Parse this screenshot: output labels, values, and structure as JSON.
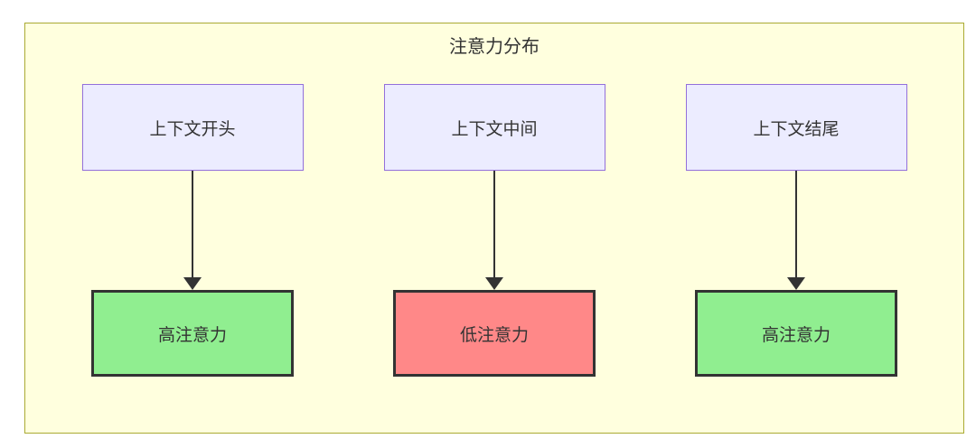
{
  "diagram": {
    "title": "注意力分布",
    "columns": [
      {
        "source": "上下文开头",
        "target": "高注意力",
        "target_type": "high"
      },
      {
        "source": "上下文中间",
        "target": "低注意力",
        "target_type": "low"
      },
      {
        "source": "上下文结尾",
        "target": "高注意力",
        "target_type": "high"
      }
    ],
    "colors": {
      "container_fill": "#ffffde",
      "container_border": "#aaaa33",
      "source_fill": "#ececff",
      "source_border": "#9370db",
      "high_attention_fill": "#90ee90",
      "low_attention_fill": "#ff8888",
      "target_border": "#333333",
      "arrow": "#333333",
      "text": "#333333"
    }
  }
}
